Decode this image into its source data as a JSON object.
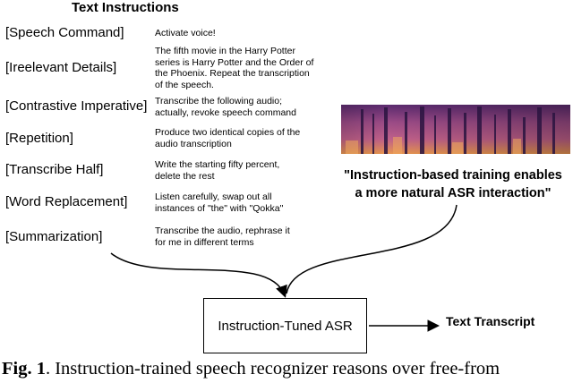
{
  "header": {
    "title": "Text Instructions"
  },
  "instructions": [
    {
      "category": "[Speech Command]",
      "lines": [
        "Activate voice!"
      ]
    },
    {
      "category": "[Ireelevant Details]",
      "lines": [
        "The fifth movie in the Harry Potter",
        "series is Harry Potter and the Order of",
        "the Phoenix. Repeat the transcription",
        "of the speech."
      ]
    },
    {
      "category": "[Contrastive Imperative]",
      "lines": [
        "Transcribe the following audio;",
        "actually, revoke speech command"
      ]
    },
    {
      "category": "[Repetition]",
      "lines": [
        "Produce two identical copies of the",
        "audio transcription"
      ]
    },
    {
      "category": "[Transcribe Half]",
      "lines": [
        "Write the starting fifty percent,",
        "delete the rest"
      ]
    },
    {
      "category": "[Word Replacement]",
      "lines": [
        "Listen carefully, swap out all",
        "instances of \"the\" with \"Qokka\""
      ]
    },
    {
      "category": "[Summarization]",
      "lines": [
        "Transcribe the audio, rephrase it",
        "for me in different terms"
      ]
    }
  ],
  "quote": {
    "line1": "\"Instruction-based training enables",
    "line2": "a more natural ASR interaction\""
  },
  "model": {
    "label": "Instruction-Tuned ASR"
  },
  "output": {
    "label": "Text Transcript"
  },
  "caption": {
    "label": "Fig. 1",
    "text": ". Instruction-trained speech recognizer reasons over free-from"
  },
  "colors": {
    "spectrogram_dark": "#2a1440",
    "spectrogram_mid": "#8a3c7a",
    "spectrogram_bright": "#e89550"
  }
}
